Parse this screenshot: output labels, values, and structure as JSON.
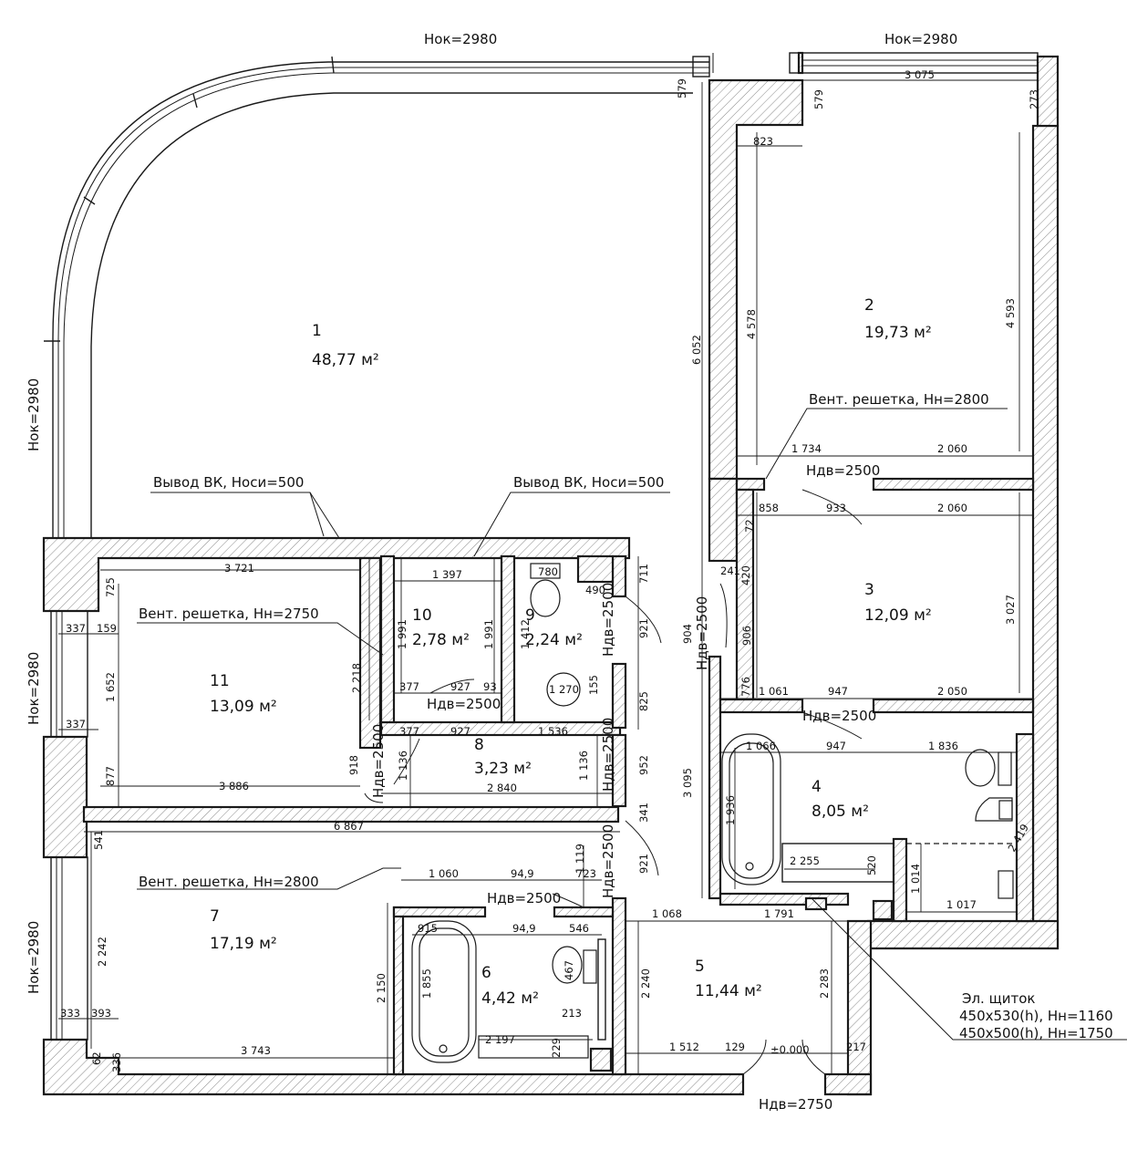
{
  "rooms": [
    {
      "num": "1",
      "area": "48,77 м²"
    },
    {
      "num": "2",
      "area": "19,73 м²"
    },
    {
      "num": "3",
      "area": "12,09 м²"
    },
    {
      "num": "4",
      "area": "8,05 м²"
    },
    {
      "num": "5",
      "area": "11,44 м²"
    },
    {
      "num": "6",
      "area": "4,42 м²"
    },
    {
      "num": "7",
      "area": "17,19 м²"
    },
    {
      "num": "8",
      "area": "3,23 м²"
    },
    {
      "num": "9",
      "area": "2,24 м²"
    },
    {
      "num": "10",
      "area": "2,78 м²"
    },
    {
      "num": "11",
      "area": "13,09 м²"
    }
  ],
  "labels": {
    "window_top_left": "Hок=2980",
    "window_top_right": "Hок=2980",
    "window_left_1": "Hок=2980",
    "window_left_2": "Hок=2980",
    "window_left_3": "Hок=2980",
    "vent_vk_1": "Вывод ВК, Hоси=500",
    "vent_vk_2": "Вывод ВК, Hоси=500",
    "vent_grille_2": "Вент. решетка, Hн=2800",
    "vent_grille_11": "Вент. решетка, Hн=2750",
    "vent_grille_7": "Вент. решетка, Hн=2800",
    "door_2": "Hдв=2500",
    "door_3": "Hдв=2500",
    "door_10": "Hдв=2500",
    "door_6": "Hдв=2500",
    "door_entry": "Hдв=2750",
    "door_v1": "Hдв=2500",
    "door_v2": "Hдв=2500",
    "door_v3": "Hдв=2500",
    "door_v4": "Hдв=2500",
    "door_v5": "Hдв=2500",
    "elec_title": "Эл. щиток",
    "elec_line1": "450x530(h), Hн=1160",
    "elec_line2": "450x500(h), Hн=1750",
    "floor_level": "±0.000"
  },
  "dims": {
    "d579a": "579",
    "d579b": "579",
    "d3075": "3 075",
    "d273": "273",
    "d823": "823",
    "d4578": "4 578",
    "d4593": "4 593",
    "d6052": "6 052",
    "d1734": "1 734",
    "d2060a": "2 060",
    "d858": "858",
    "d933": "933",
    "d2060b": "2 060",
    "d72": "72",
    "d241": "241",
    "d420": "420",
    "d906": "906",
    "d904": "904",
    "d3027": "3 027",
    "d776": "776",
    "d1061": "1 061",
    "d947a": "947",
    "d2050": "2 050",
    "d1066": "1 066",
    "d947b": "947",
    "d1836": "1 836",
    "d1936": "1 936",
    "d3095": "3 095",
    "d2255": "2 255",
    "d520": "520",
    "d1014": "1 014",
    "d1017": "1 017",
    "d2419": "2 419",
    "d3721": "3 721",
    "d725": "725",
    "d337a": "337",
    "d159": "159",
    "d1652": "1 652",
    "d2218": "2 218",
    "d337b": "337",
    "d877": "877",
    "d3886": "3 886",
    "d918": "918",
    "d1397": "1 397",
    "d1991a": "1 991",
    "d1991b": "1 991",
    "d377a": "377",
    "d927a": "927",
    "d93": "93",
    "d780": "780",
    "d490": "490",
    "d1412": "1 412",
    "d1270": "1 270",
    "d155": "155",
    "d711": "711",
    "d921a": "921",
    "d825": "825",
    "d377b": "377",
    "d927b": "927",
    "d1536": "1 536",
    "d1136a": "1 136",
    "d1136b": "1 136",
    "d952": "952",
    "d2840": "2 840",
    "d341": "341",
    "d6867": "6 867",
    "d541": "541",
    "d1119": "1 119",
    "d921b": "921",
    "d1060": "1 060",
    "d949a": "94,9",
    "d723": "723",
    "d2242": "2 242",
    "d2150": "2 150",
    "d915": "915",
    "d949b": "94,9",
    "d546": "546",
    "d467": "467",
    "d1855": "1 855",
    "d213": "213",
    "d2197": "2 197",
    "d229": "229",
    "d333": "333",
    "d393": "393",
    "d62": "62",
    "d336": "336",
    "d3743": "3 743",
    "d1068": "1 068",
    "d1791": "1 791",
    "d2240": "2 240",
    "d2283": "2 283",
    "d1512": "1 512",
    "d129": "129",
    "d217": "217"
  }
}
